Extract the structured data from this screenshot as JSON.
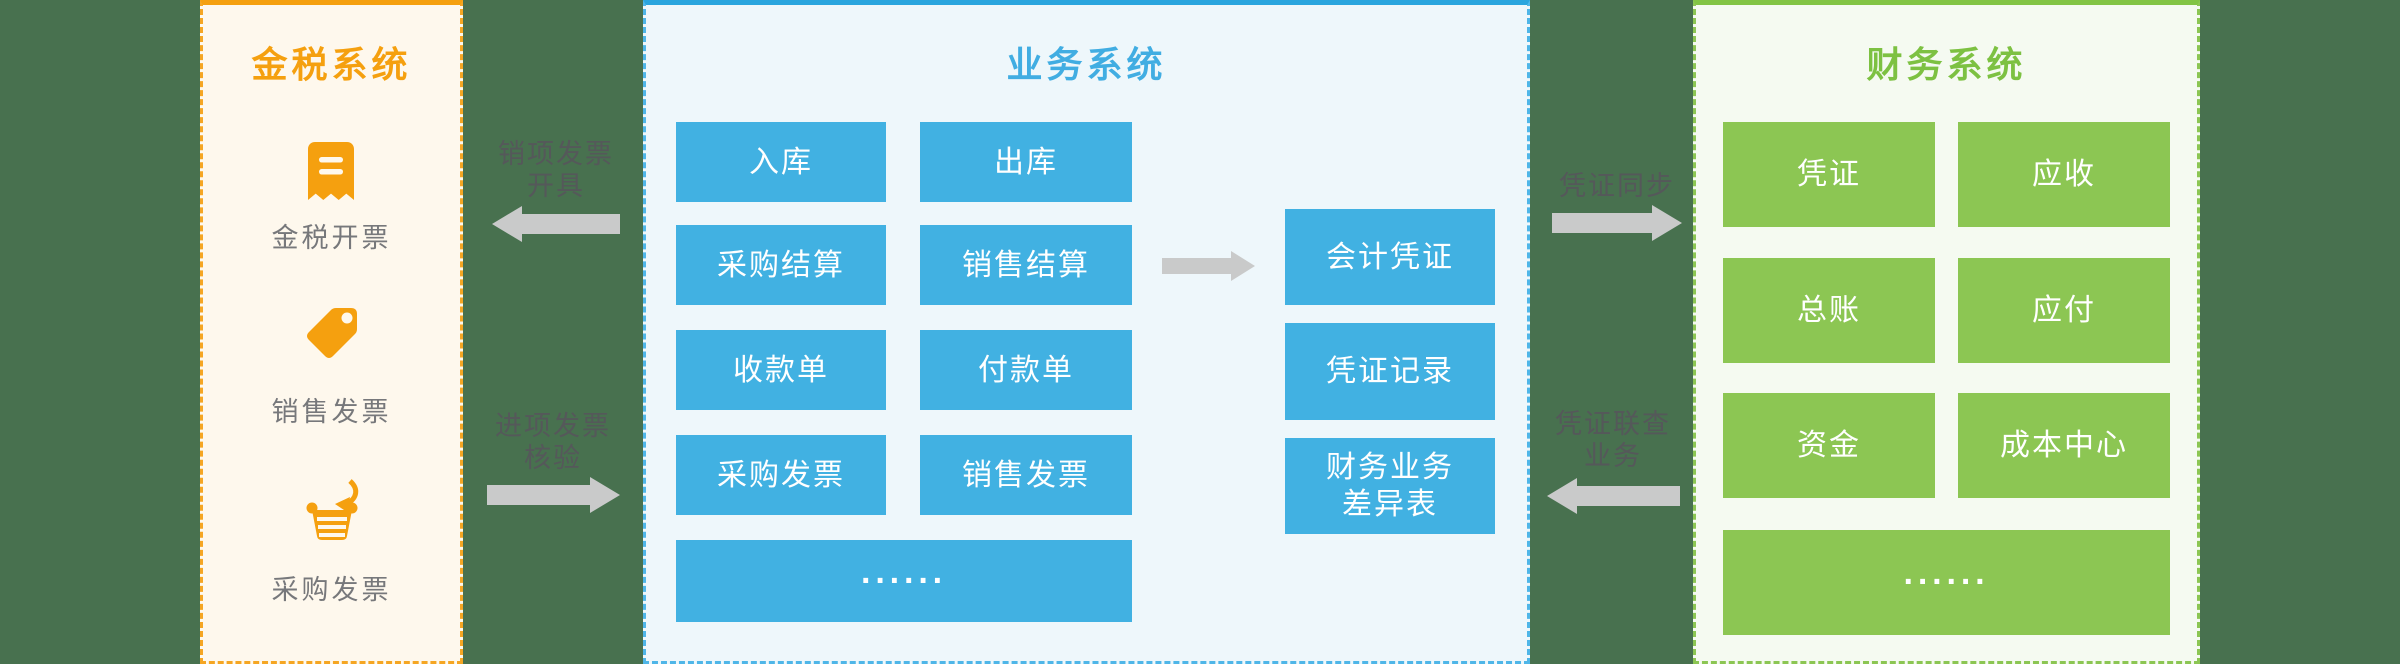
{
  "colors": {
    "page_background": "#48714F",
    "tax_accent": "#F5A00F",
    "business_accent": "#41B1E2",
    "business_bar": "#2AA5DE",
    "finance_accent": "#8CC653",
    "finance_title": "#7DC142",
    "arrow_gray": "#C9CACA",
    "connector_label_gray": "#55585A",
    "tax_label_gray": "#77787B"
  },
  "tax_panel": {
    "title": "金税系统",
    "items": [
      {
        "icon": "receipt-icon",
        "label": "金税开票"
      },
      {
        "icon": "tag-icon",
        "label": "销售发票"
      },
      {
        "icon": "basket-icon",
        "label": "采购发票"
      }
    ]
  },
  "business_panel": {
    "title": "业务系统",
    "boxes": [
      "入库",
      "出库",
      "采购结算",
      "销售结算",
      "收款单",
      "付款单",
      "采购发票",
      "销售发票"
    ],
    "more": "······",
    "voucher_boxes": [
      {
        "line1": "会计凭证"
      },
      {
        "line1": "凭证记录"
      },
      {
        "line1": "财务业务",
        "line2": "差异表"
      }
    ]
  },
  "finance_panel": {
    "title": "财务系统",
    "boxes": [
      "凭证",
      "应收",
      "总账",
      "应付",
      "资金",
      "成本中心"
    ],
    "more": "······"
  },
  "connectors": {
    "sales_invoice_issue": {
      "line1": "销项发票",
      "line2": "开具",
      "direction": "left"
    },
    "input_invoice_verify": {
      "line1": "进项发票",
      "line2": "核验",
      "direction": "right"
    },
    "voucher_sync": {
      "line1": "凭证同步",
      "direction": "right"
    },
    "voucher_crosscheck": {
      "line1": "凭证联查",
      "line2": "业务",
      "direction": "left"
    },
    "business_to_voucher": {
      "direction": "right"
    }
  }
}
